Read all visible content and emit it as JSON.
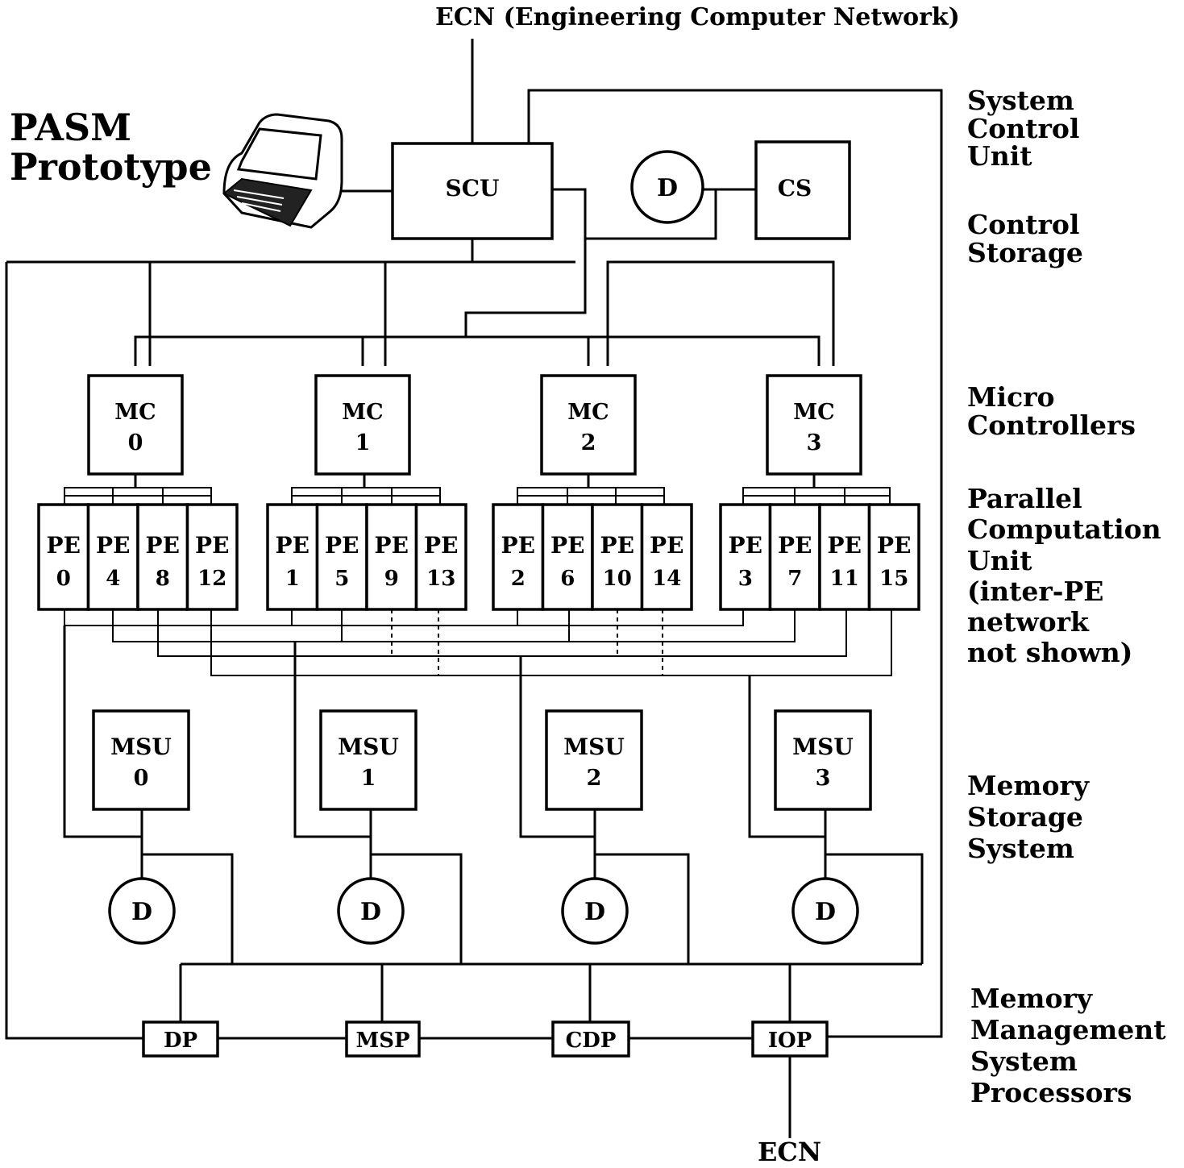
{
  "title_lines": [
    "PASM",
    "Prototype"
  ],
  "network_top": "ECN (Engineering Computer Network)",
  "network_bottom": "ECN",
  "scu": "SCU",
  "cs": "CS",
  "disk_label": "D",
  "micro_controllers": [
    {
      "line1": "MC",
      "line2": "0"
    },
    {
      "line1": "MC",
      "line2": "1"
    },
    {
      "line1": "MC",
      "line2": "2"
    },
    {
      "line1": "MC",
      "line2": "3"
    }
  ],
  "pe_groups": [
    [
      {
        "line1": "PE",
        "line2": "0"
      },
      {
        "line1": "PE",
        "line2": "4"
      },
      {
        "line1": "PE",
        "line2": "8"
      },
      {
        "line1": "PE",
        "line2": "12"
      }
    ],
    [
      {
        "line1": "PE",
        "line2": "1"
      },
      {
        "line1": "PE",
        "line2": "5"
      },
      {
        "line1": "PE",
        "line2": "9"
      },
      {
        "line1": "PE",
        "line2": "13"
      }
    ],
    [
      {
        "line1": "PE",
        "line2": "2"
      },
      {
        "line1": "PE",
        "line2": "6"
      },
      {
        "line1": "PE",
        "line2": "10"
      },
      {
        "line1": "PE",
        "line2": "14"
      }
    ],
    [
      {
        "line1": "PE",
        "line2": "3"
      },
      {
        "line1": "PE",
        "line2": "7"
      },
      {
        "line1": "PE",
        "line2": "11"
      },
      {
        "line1": "PE",
        "line2": "15"
      }
    ]
  ],
  "msus": [
    {
      "line1": "MSU",
      "line2": "0"
    },
    {
      "line1": "MSU",
      "line2": "1"
    },
    {
      "line1": "MSU",
      "line2": "2"
    },
    {
      "line1": "MSU",
      "line2": "3"
    }
  ],
  "processors": [
    "DP",
    "MSP",
    "CDP",
    "IOP"
  ],
  "side_labels": {
    "scu": [
      "System",
      "Control",
      "Unit"
    ],
    "control_storage": [
      "Control",
      "Storage"
    ],
    "micro_controllers": [
      "Micro",
      "Controllers"
    ],
    "parallel": [
      "Parallel",
      "Computation",
      "Unit",
      "(inter-PE",
      "network",
      "not shown)"
    ],
    "memory_storage": [
      "Memory",
      "Storage",
      "System"
    ],
    "memory_management": [
      "Memory",
      "Management",
      "System",
      "Processors"
    ]
  }
}
